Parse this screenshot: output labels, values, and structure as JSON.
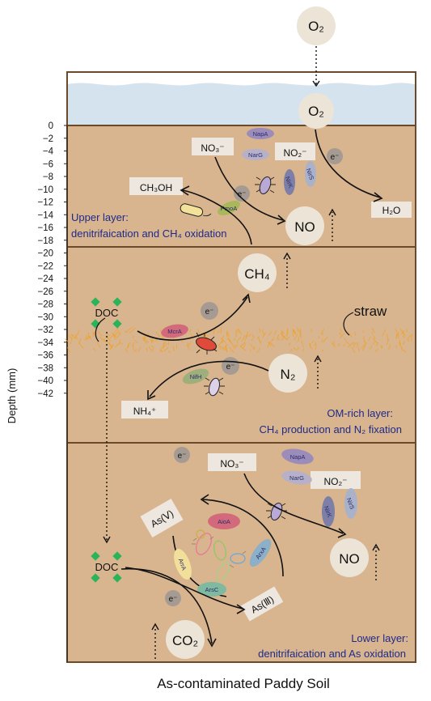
{
  "axis": {
    "ylabel": "Depth (mm)",
    "ticks": [
      "0",
      "−2",
      "−4",
      "−6",
      "−8",
      "−10",
      "−12",
      "−14",
      "−16",
      "−18",
      "−20",
      "−22",
      "−24",
      "−26",
      "−28",
      "−30",
      "−32",
      "−34",
      "−36",
      "−38",
      "−40",
      "−42"
    ]
  },
  "atmosphere": {
    "o2_top": "O₂",
    "o2_water": "O₂"
  },
  "upper": {
    "title_line1": "Upper layer:",
    "title_line2": "denitrifaication and CH₄ oxidation",
    "no3": "NO₃⁻",
    "no2": "NO₂⁻",
    "ch3oh": "CH₃OH",
    "no": "NO",
    "h2o": "H₂O",
    "electron": "e⁻",
    "enzymes": {
      "napa": "NapA",
      "narg": "NarG",
      "nirk": "NirK",
      "nirs": "NirS",
      "pmoa": "PmoA"
    }
  },
  "middle": {
    "title_line1": "OM-rich layer:",
    "title_line2": "CH₄ production and N₂ fixation",
    "doc": "DOC",
    "ch4": "CH₄",
    "n2": "N₂",
    "nh4": "NH₄⁺",
    "straw": "straw",
    "electron": "e⁻",
    "enzymes": {
      "mcra": "McrA",
      "nifh": "NifH"
    }
  },
  "lower": {
    "title_line1": "Lower layer:",
    "title_line2": "denitrifaication and As oxidation",
    "no3": "NO₃⁻",
    "no2": "NO₂⁻",
    "no": "NO",
    "as5": "As(Ⅴ)",
    "as3": "As(Ⅲ)",
    "doc": "DOC",
    "co2": "CO₂",
    "electron": "e⁻",
    "enzymes": {
      "napa": "NapA",
      "narg": "NarG",
      "nirk": "NirK",
      "nirs": "NirS",
      "aioa": "AioA",
      "arra": "ArrA",
      "arxa": "ArxA",
      "arsc": "ArsC"
    }
  },
  "footer": {
    "title": "As-contaminated Paddy Soil"
  },
  "colors": {
    "soil": "#d8b58e",
    "water": "#d5e3ef",
    "frame": "#6b4a2a",
    "layer_text": "#1e2a8a",
    "straw": "#f0a22a",
    "doc_diamond": "#2bb35a"
  }
}
